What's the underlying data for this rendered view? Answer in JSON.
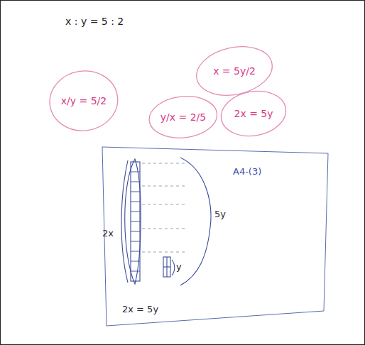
{
  "diagram": {
    "nodes": [
      {
        "text": [
          "x/y = 5/2"
        ]
      },
      {
        "text": [
          "x = 5y/2"
        ]
      },
      {
        "text": [
          "y/x = 2/5"
        ]
      },
      {
        "text": [
          "2x = 5y"
        ]
      },
      {
        "text": [
          "A4-(3)",
          "2x",
          "5y",
          "y",
          "2x = 5y"
        ]
      }
    ],
    "labels": [
      "x : y = 5 : 2"
    ]
  }
}
